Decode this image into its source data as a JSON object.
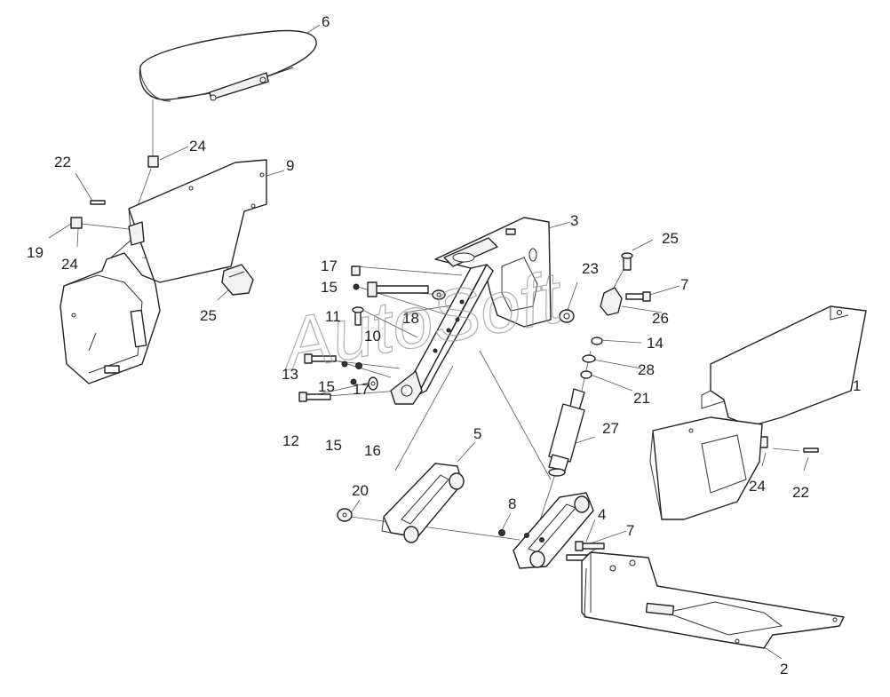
{
  "watermark": "AutoSoft",
  "callouts": [
    "6",
    "24",
    "22",
    "9",
    "19",
    "24",
    "25",
    "3",
    "25",
    "17",
    "15",
    "23",
    "7",
    "11",
    "10",
    "18",
    "26",
    "14",
    "28",
    "13",
    "15",
    "17",
    "21",
    "1",
    "12",
    "15",
    "16",
    "27",
    "5",
    "20",
    "8",
    "4",
    "7",
    "24",
    "22",
    "2"
  ]
}
